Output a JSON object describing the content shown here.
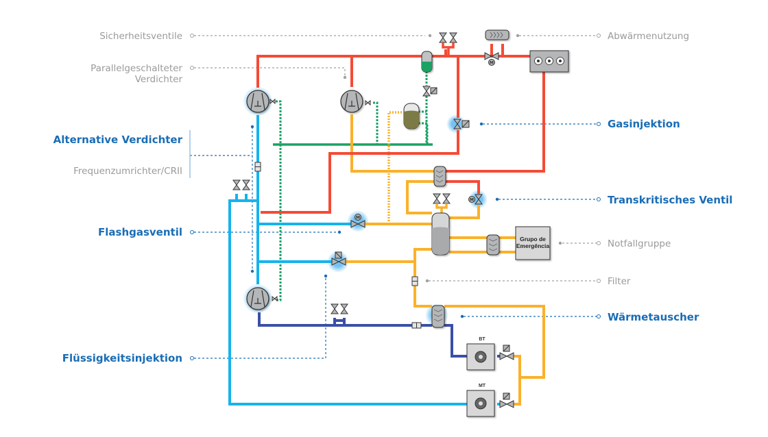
{
  "title": "CO2 Transkritisches Kältesystem Schema",
  "colors": {
    "hot_gas": "#f44b36",
    "liquid": "#fbb12a",
    "suction_mt": "#16b3ec",
    "suction_lt": "#3a4fa8",
    "oil": "#1aa264",
    "label_blue": "#1a6db5",
    "label_gray": "#9a9a9a"
  },
  "labels": {
    "left": {
      "sicherheitsventile": "Sicherheitsventile",
      "parallel_line1": "Parallelgeschalteter",
      "parallel_line2": "Verdichter",
      "alternative": "Alternative Verdichter",
      "frequenz": "Frequenzumrichter/CRII",
      "flashgas": "Flashgasventil",
      "fluessigkeit": "Flüssigkeitsinjektion"
    },
    "right": {
      "abwaerme": "Abwärmenutzung",
      "gasinjektion": "Gasinjektion",
      "transkritisch": "Transkritisches Ventil",
      "notfall": "Notfallgruppe",
      "filter": "Filter",
      "waermetauscher": "Wärmetauscher"
    }
  },
  "components": {
    "emergency_box_line1": "Grupo de",
    "emergency_box_line2": "Emergência",
    "evaporator_lt": "BT",
    "evaporator_mt": "MT",
    "motor_symbol": "M"
  },
  "icons": {
    "compressor": "compressor-icon",
    "valve": "valve-icon",
    "gas_cooler_fan": "fan-icon"
  }
}
